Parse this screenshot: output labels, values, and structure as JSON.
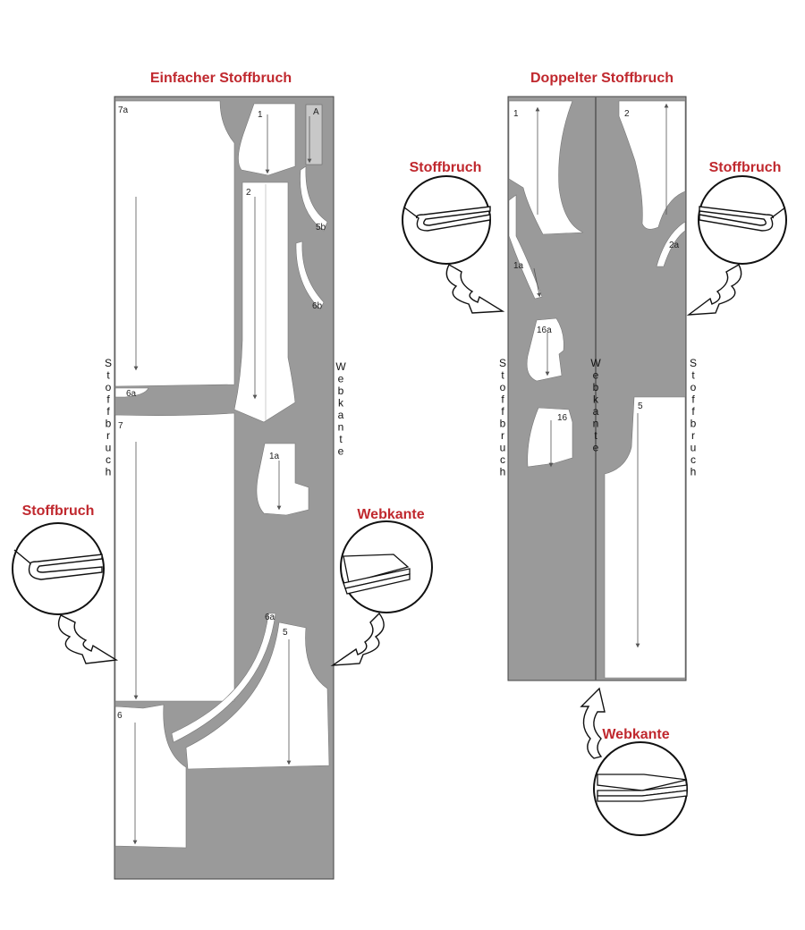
{
  "left_panel": {
    "title": "Einfacher Stoffbruch",
    "fold_label": "Stoffbruch",
    "selvage_label": "Webkante",
    "fold_callout_label": "Stoffbruch",
    "selvage_callout_label": "Webkante",
    "pieces": [
      "7a",
      "1",
      "A",
      "2",
      "5b",
      "6b",
      "6a",
      "7",
      "1a",
      "6a",
      "5",
      "6"
    ]
  },
  "right_panel": {
    "title": "Doppelter Stoffbruch",
    "fold_label_left": "Stoffbruch",
    "fold_label_right": "Stoffbruch",
    "selvage_label": "Webkante",
    "fold_callout_left": "Stoffbruch",
    "fold_callout_right": "Stoffbruch",
    "selvage_callout": "Webkante",
    "pieces": [
      "1",
      "2",
      "1a",
      "2a",
      "16a",
      "16",
      "5"
    ]
  },
  "colors": {
    "fabric": "#9a9a9a",
    "pattern": "#ffffff",
    "accent": "#c0282e"
  }
}
